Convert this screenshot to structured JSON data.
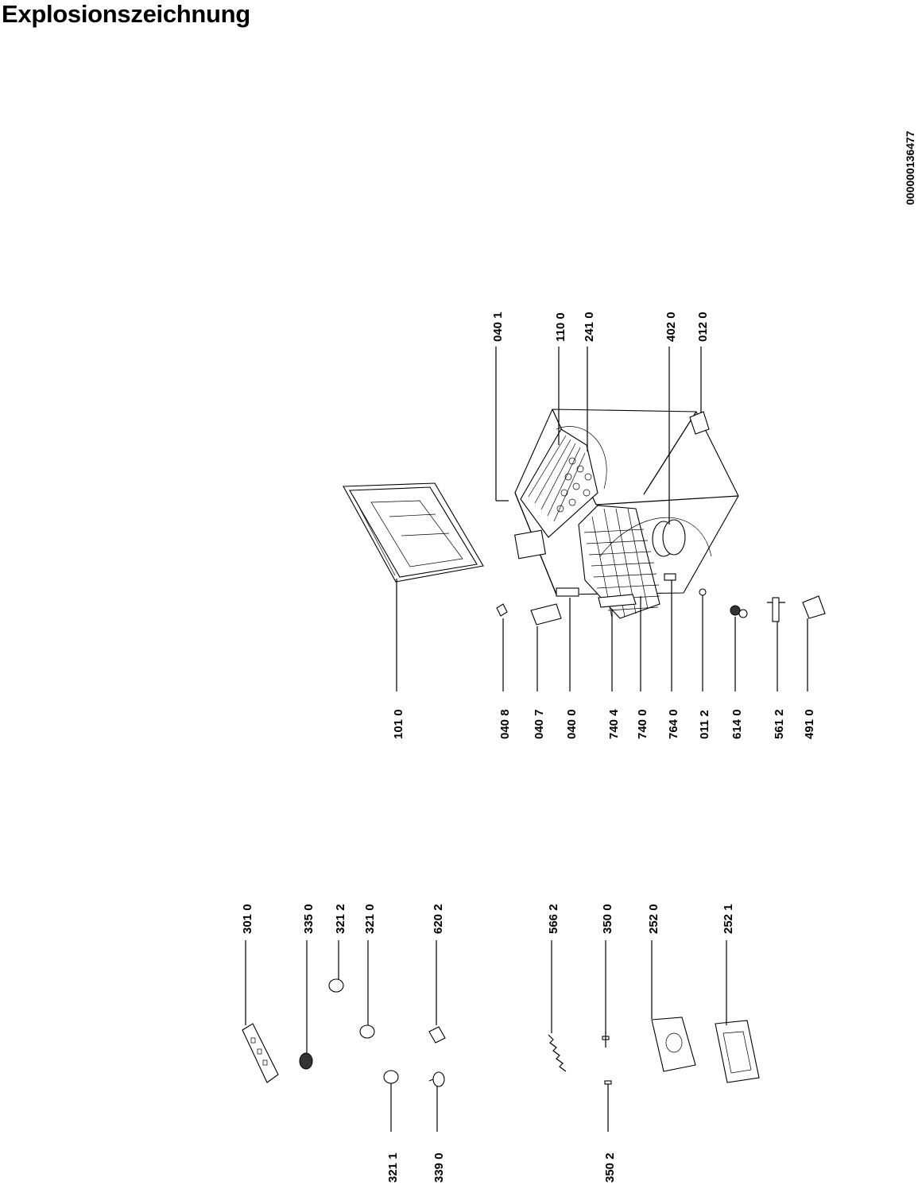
{
  "header": {
    "title": "Explosionszeichnung"
  },
  "document_id": "000000136477",
  "labels": {
    "l0401": "040 1",
    "l1100": "110 0",
    "l2410": "241 0",
    "l4020": "402 0",
    "l0120": "012 0",
    "l1010": "101 0",
    "l0408": "040 8",
    "l0407": "040 7",
    "l0400": "040 0",
    "l7404": "740 4",
    "l7400": "740 0",
    "l7640": "764 0",
    "l0112": "011 2",
    "l6140": "614 0",
    "l5612": "561 2",
    "l4910": "491 0",
    "l3010": "301 0",
    "l3350": "335 0",
    "l3212": "321 2",
    "l3210": "321 0",
    "l6202": "620 2",
    "l5662": "566 2",
    "l3500": "350 0",
    "l2520": "252 0",
    "l2521": "252 1",
    "l3211": "321 1",
    "l3390": "339 0",
    "l3502": "350 2"
  }
}
